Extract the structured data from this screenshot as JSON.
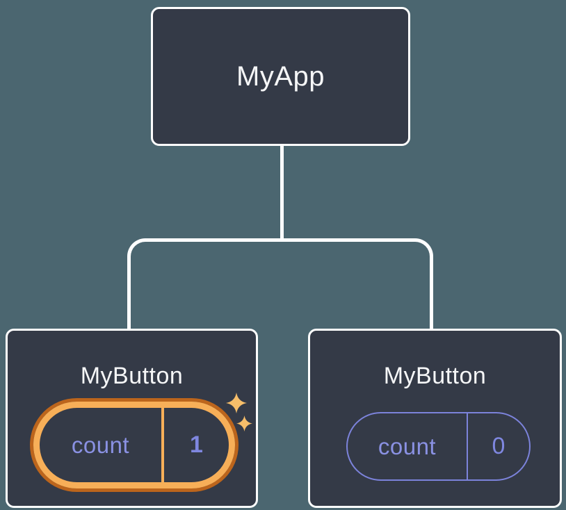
{
  "colors": {
    "bg": "#4B6670",
    "node-fill": "#343A47",
    "node-border": "#FFFFFF",
    "edge": "#FFFFFF",
    "label": "#F5F6F7",
    "purple-text": "#8A91E3",
    "purple-stroke": "#7C83DB",
    "purple-value": "#7F87E0",
    "orange": "#F7AF58",
    "orange-dark": "#BC651C",
    "sparkle": "#F6BE6A"
  },
  "tree": {
    "root": {
      "label": "MyApp"
    },
    "children": [
      {
        "label": "MyButton",
        "state_key": "count",
        "state_value": "1",
        "highlighted": true
      },
      {
        "label": "MyButton",
        "state_key": "count",
        "state_value": "0",
        "highlighted": false
      }
    ]
  }
}
